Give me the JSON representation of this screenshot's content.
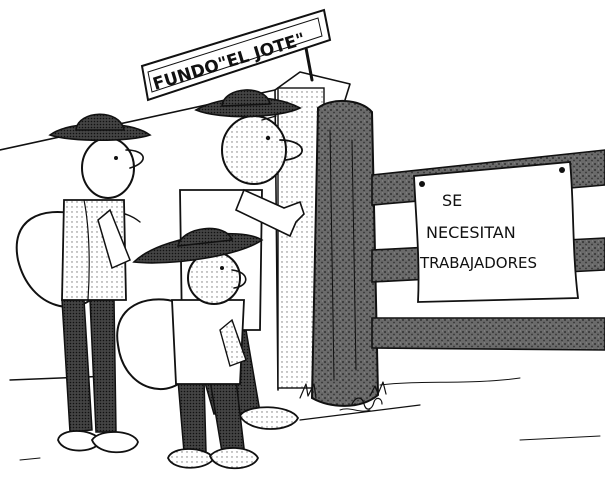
{
  "estate_sign": {
    "text": "FUNDO\"EL JOTE\""
  },
  "notice": {
    "line1": "SE",
    "line2": "NECESITAN",
    "line3": "TRABAJADORES"
  }
}
